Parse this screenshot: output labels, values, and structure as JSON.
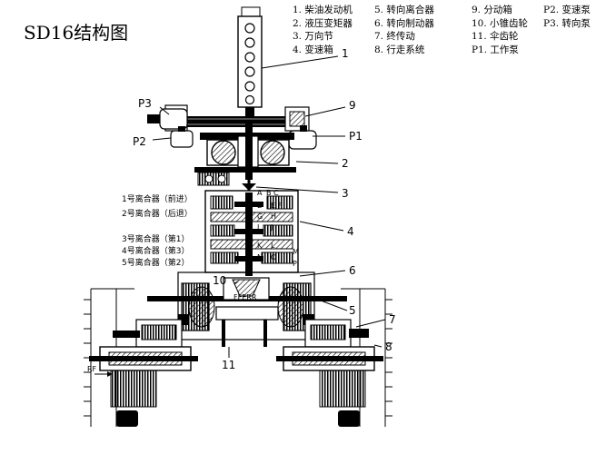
{
  "title": "SD16结构图",
  "legend": [
    [
      "1. 柴油发动机",
      "2. 液压变矩器",
      "3. 万向节",
      "4. 变速箱"
    ],
    [
      "5. 转向离合器",
      "6. 转向制动器",
      "7. 终传动",
      "8. 行走系统"
    ],
    [
      "9. 分动箱",
      "10. 小锥齿轮",
      "11. 伞齿轮",
      "P1. 工作泵"
    ],
    [
      "P2. 变速泵",
      "P3. 转向泵"
    ]
  ],
  "callouts": {
    "n1": "1",
    "n2": "2",
    "n3": "3",
    "n4": "4",
    "n5": "5",
    "n6": "6",
    "n7": "7",
    "n8": "8",
    "n9": "9",
    "n10": "10",
    "n11": "11",
    "p1": "P1",
    "p2": "P2",
    "p3": "P3"
  },
  "clutches": [
    "1号离合器（前进）",
    "2号离合器（后退）",
    "3号离合器（第1）",
    "4号离合器（第3）",
    "5号离合器（第2）"
  ],
  "gear_letters": [
    "A",
    "B",
    "C",
    "D",
    "E",
    "F",
    "G",
    "H",
    "I",
    "J",
    "K",
    "L",
    "M",
    "N",
    "O",
    "P"
  ],
  "rf_label": "RF",
  "bevel_labels": "FFERR"
}
